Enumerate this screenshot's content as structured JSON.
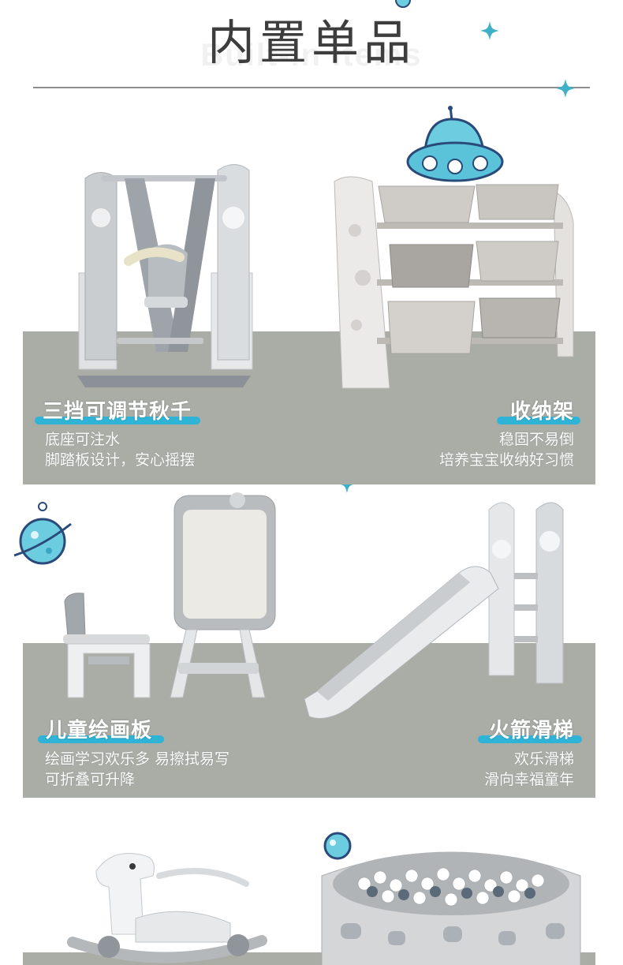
{
  "header": {
    "title": "内置单品",
    "subtitle": "Built-in items"
  },
  "products": [
    {
      "title": "三挡可调节秋千",
      "lines": [
        "底座可注水",
        "脚踏板设计，安心摇摆"
      ]
    },
    {
      "title": "收纳架",
      "lines": [
        "稳固不易倒",
        "培养宝宝收纳好习惯"
      ]
    },
    {
      "title": "儿童绘画板",
      "lines": [
        "绘画学习欢乐多 易擦拭易写",
        "可折叠可升降"
      ]
    },
    {
      "title": "火箭滑梯",
      "lines": [
        "欢乐滑梯",
        "滑向幸福童年"
      ]
    }
  ],
  "colors": {
    "band": "#a9ada6",
    "accent": "#2fb3d6",
    "caption_text": "#ffffff",
    "heading": "#3d3d3d"
  },
  "icons": [
    "planet-icon",
    "ufo-icon",
    "sparkle-star-icon"
  ]
}
